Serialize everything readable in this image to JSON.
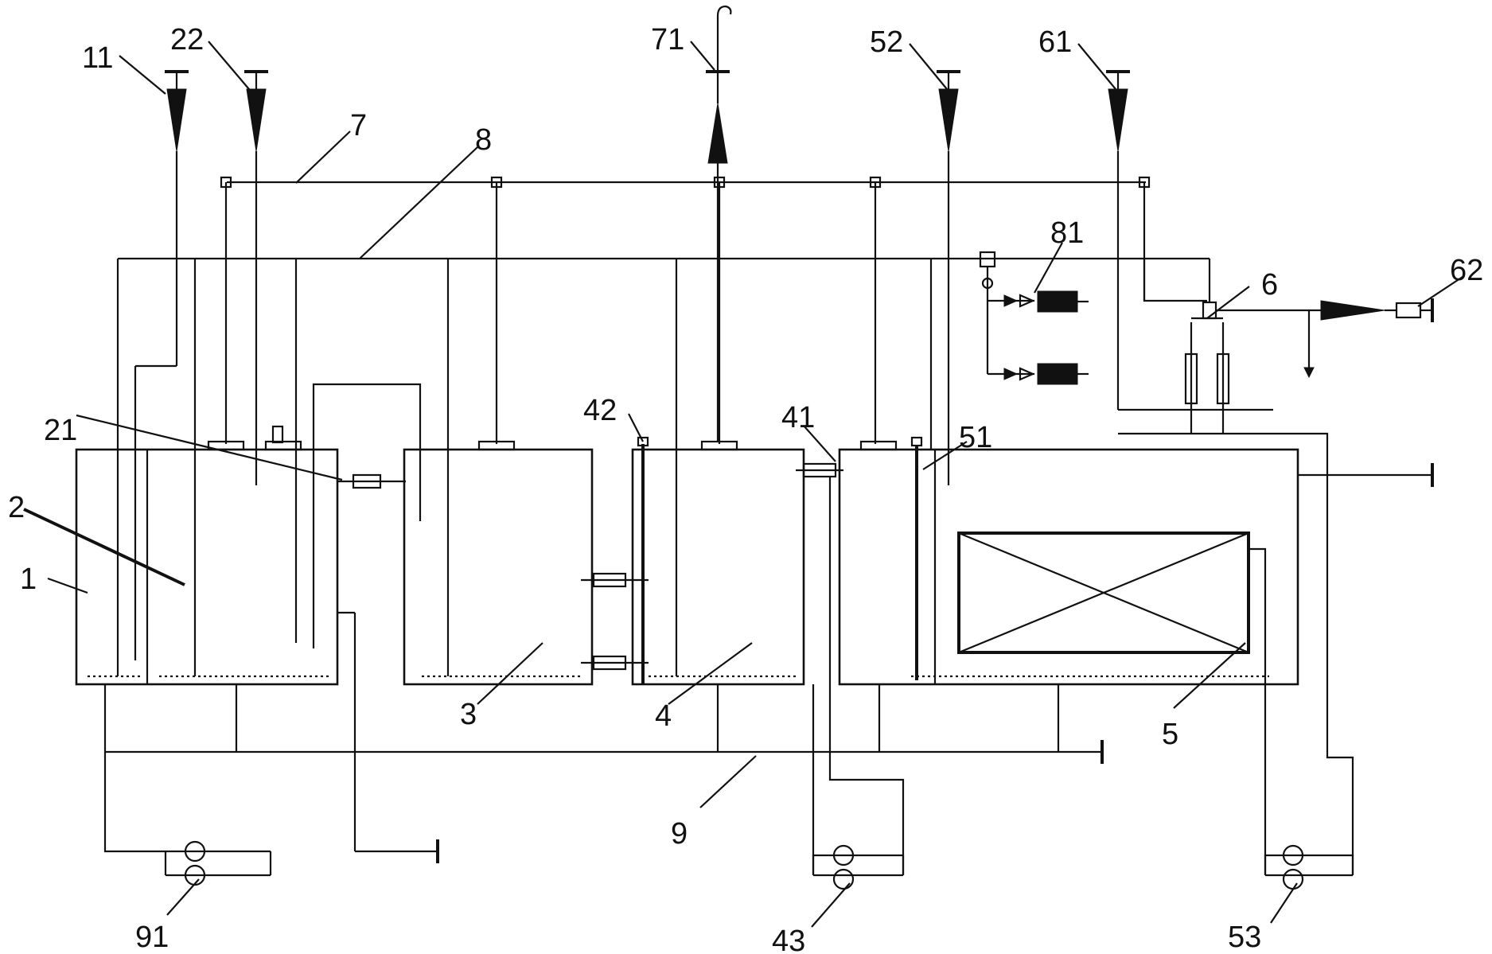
{
  "labels": {
    "l1": "1",
    "l2": "2",
    "l3": "3",
    "l4": "4",
    "l5": "5",
    "l6": "6",
    "l7": "7",
    "l8": "8",
    "l9": "9",
    "l11": "11",
    "l21": "21",
    "l22": "22",
    "l41": "41",
    "l42": "42",
    "l43": "43",
    "l51": "51",
    "l52": "52",
    "l53": "53",
    "l61": "61",
    "l62": "62",
    "l71": "71",
    "l81": "81",
    "l91": "91"
  },
  "colors": {
    "line": "#111111",
    "background": "#ffffff"
  }
}
